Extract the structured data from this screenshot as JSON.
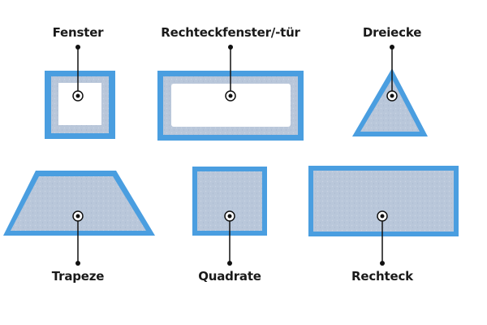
{
  "labels": {
    "fenster": "Fenster",
    "rechteckfenster": "Rechteckfenster/-tür",
    "dreiecke": "Dreiecke",
    "trapeze": "Trapeze",
    "quadrate": "Quadrate",
    "rechteck": "Rechteck"
  },
  "colors": {
    "border_blue": "#4a9ee0",
    "inner_gray": "#b8c6d9",
    "hole_white": "#ffffff",
    "marker": "#111111"
  }
}
